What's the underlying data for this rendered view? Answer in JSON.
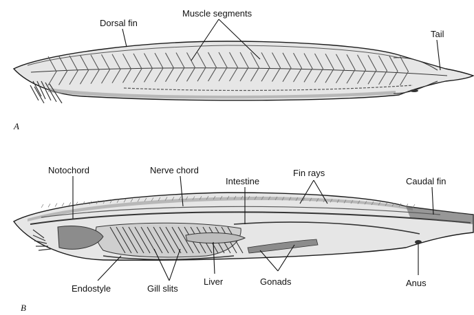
{
  "panels": {
    "a": {
      "letter": "A",
      "labels": {
        "dorsal_fin": "Dorsal fin",
        "muscle_segments": "Muscle segments",
        "tail": "Tail"
      }
    },
    "b": {
      "letter": "B",
      "labels": {
        "notochord": "Notochord",
        "nerve_chord": "Nerve chord",
        "intestine": "Intestine",
        "fin_rays": "Fin rays",
        "caudal_fin": "Caudal fin",
        "endostyle": "Endostyle",
        "gill_slits": "Gill slits",
        "liver": "Liver",
        "gonads": "Gonads",
        "anus": "Anus"
      }
    }
  },
  "colors": {
    "body_fill": "#e6e6e6",
    "outline": "#1a1a1a",
    "shading": "#9a9a9a",
    "dark": "#555555"
  }
}
